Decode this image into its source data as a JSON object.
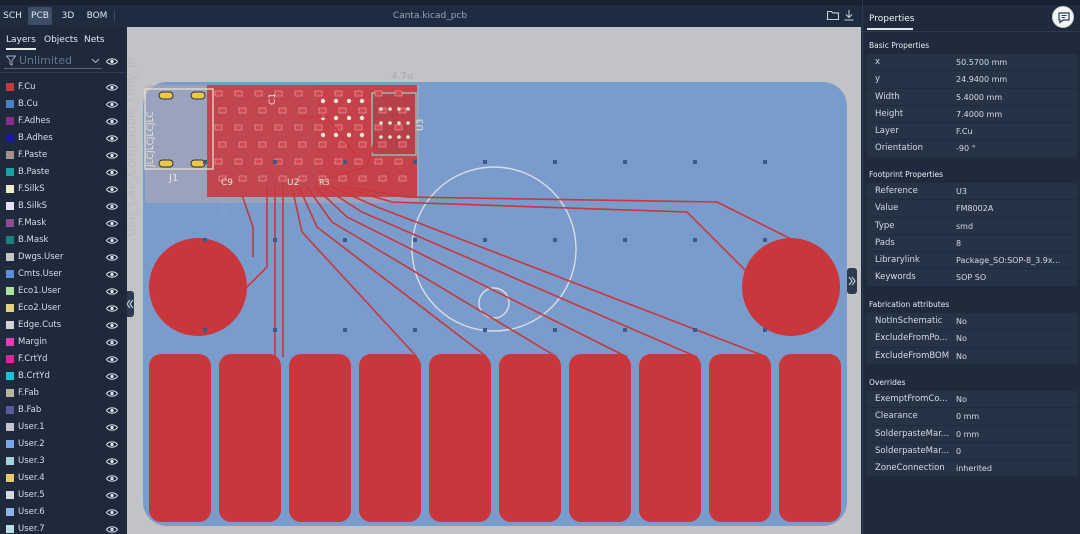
{
  "top": {
    "tabs": [
      {
        "label": "SCH",
        "active": false
      },
      {
        "label": "PCB",
        "active": true
      },
      {
        "label": "3D",
        "active": false
      },
      {
        "label": "BOM",
        "active": false
      }
    ],
    "filename": "Canta.kicad_pcb",
    "icons": [
      "folder-icon",
      "download-icon"
    ]
  },
  "left": {
    "tabs": [
      "Layers",
      "Objects",
      "Nets"
    ],
    "active_tab": "Layers",
    "filter_placeholder": "Unlimited",
    "layers": [
      {
        "name": "F.Cu",
        "color": "#c8393a"
      },
      {
        "name": "B.Cu",
        "color": "#4d7fc4"
      },
      {
        "name": "F.Adhes",
        "color": "#8a2a8a"
      },
      {
        "name": "B.Adhes",
        "color": "#1a1aa0"
      },
      {
        "name": "F.Paste",
        "color": "#a1908c"
      },
      {
        "name": "B.Paste",
        "color": "#17a2a8"
      },
      {
        "name": "F.SilkS",
        "color": "#f1ecc8"
      },
      {
        "name": "B.SilkS",
        "color": "#e6e2f5"
      },
      {
        "name": "F.Mask",
        "color": "#8c4e8c"
      },
      {
        "name": "B.Mask",
        "color": "#1b8080"
      },
      {
        "name": "Dwgs.User",
        "color": "#c7c7c7"
      },
      {
        "name": "Cmts.User",
        "color": "#5a8fd6"
      },
      {
        "name": "Eco1.User",
        "color": "#abe09d"
      },
      {
        "name": "Eco2.User",
        "color": "#e6d27a"
      },
      {
        "name": "Edge.Cuts",
        "color": "#d4d4d4"
      },
      {
        "name": "Margin",
        "color": "#e83ab7"
      },
      {
        "name": "F.CrtYd",
        "color": "#ee1b9a"
      },
      {
        "name": "B.CrtYd",
        "color": "#19c5d9"
      },
      {
        "name": "F.Fab",
        "color": "#b6b6a0"
      },
      {
        "name": "B.Fab",
        "color": "#59599a"
      },
      {
        "name": "User.1",
        "color": "#c4c4d0"
      },
      {
        "name": "User.2",
        "color": "#7aa7e6"
      },
      {
        "name": "User.3",
        "color": "#9fd4dc"
      },
      {
        "name": "User.4",
        "color": "#e8c86a"
      },
      {
        "name": "User.5",
        "color": "#d6d9e0"
      },
      {
        "name": "User.6",
        "color": "#8fb4ec"
      },
      {
        "name": "User.7",
        "color": "#b5e0e6"
      }
    ]
  },
  "board": {
    "labels": {
      "j1": "J1",
      "u3": "U3",
      "c1": "C1",
      "c9": "C9",
      "u2": "U2",
      "r3": "R3",
      "side_text": "JLCJLCJLCJLC",
      "dim_text": "4.7u",
      "faint_text": "USB_CAP_Compatible_Only_in",
      "faint_text2": "37mm"
    },
    "pad_count": 10,
    "colors": {
      "copper": "#c9363c",
      "board": "#7a9ccc",
      "silk": "#e9e6d6"
    }
  },
  "right": {
    "title": "Properties",
    "sections": [
      {
        "title": "Basic Properties",
        "rows": [
          {
            "k": "x",
            "v": "50.5700 mm"
          },
          {
            "k": "y",
            "v": "24.9400 mm"
          },
          {
            "k": "Width",
            "v": "5.4000 mm"
          },
          {
            "k": "Height",
            "v": "7.4000 mm"
          },
          {
            "k": "Layer",
            "v": "F.Cu"
          },
          {
            "k": "Orientation",
            "v": "-90 °"
          }
        ]
      },
      {
        "title": "Footprint Properties",
        "rows": [
          {
            "k": "Reference",
            "v": "U3"
          },
          {
            "k": "Value",
            "v": "FM8002A"
          },
          {
            "k": "Type",
            "v": "smd"
          },
          {
            "k": "Pads",
            "v": "8"
          },
          {
            "k": "Librarylink",
            "v": "Package_SO:SOP-8_3.9x..."
          },
          {
            "k": "Keywords",
            "v": "SOP SO"
          }
        ]
      },
      {
        "title": "Fabrication attributes",
        "rows": [
          {
            "k": "NotInSchematic",
            "v": "No"
          },
          {
            "k": "ExcludeFromPo...",
            "v": "No"
          },
          {
            "k": "ExcludeFromBOM",
            "v": "No"
          }
        ]
      },
      {
        "title": "Overrides",
        "rows": [
          {
            "k": "ExemptFromCo...",
            "v": "No"
          },
          {
            "k": "Clearance",
            "v": "0 mm"
          },
          {
            "k": "SolderpasteMar...",
            "v": "0 mm"
          },
          {
            "k": "SolderpasteMar...",
            "v": "0"
          },
          {
            "k": "ZoneConnection",
            "v": "inherited"
          }
        ]
      }
    ]
  }
}
